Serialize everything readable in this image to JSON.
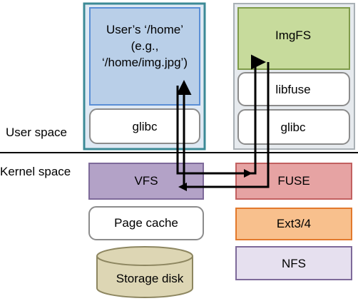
{
  "labels": {
    "user_space": "User space",
    "kernel_space": "Kernel space"
  },
  "left_stack": {
    "app_line1": "User’s ‘/home’",
    "app_line2": "(e.g.,",
    "app_line3": "‘/home/img.jpg’)",
    "glibc": "glibc"
  },
  "right_stack": {
    "imgfs": "ImgFS",
    "libfuse": "libfuse",
    "glibc": "glibc"
  },
  "kernel": {
    "vfs": "VFS",
    "fuse": "FUSE",
    "page_cache": "Page cache",
    "ext": "Ext3/4",
    "nfs": "NFS",
    "storage_disk": "Storage disk"
  },
  "colors": {
    "container_border": "#3c8a96",
    "container_fill": "#dfe9f4",
    "container_fill_right": "#e6eaee",
    "container_border_right": "#a9b0b5",
    "app_fill": "#b9cfe8",
    "app_border": "#5b8fd6",
    "imgfs_fill": "#c7db9c",
    "imgfs_border": "#7f9b4a",
    "vfs_fill": "#b3a2c7",
    "vfs_border": "#7e6a9a",
    "fuse_fill": "#e6a3a3",
    "fuse_border": "#c26060",
    "ext_fill": "#f8c08d",
    "ext_border": "#e2792c",
    "nfs_fill": "#e6e0ef",
    "nfs_border": "#7e6a9a",
    "disk_fill": "#ddd6b4",
    "disk_border": "#8d8660"
  }
}
